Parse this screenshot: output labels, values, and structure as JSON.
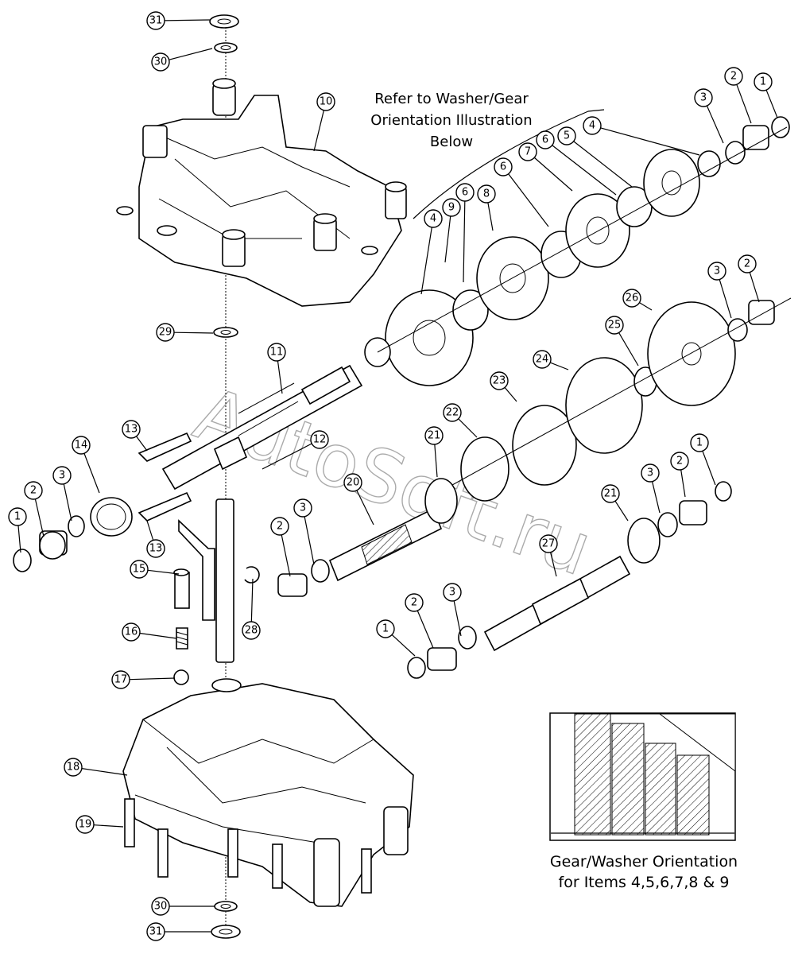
{
  "note": {
    "lines": [
      "Refer to Washer/Gear",
      "Orientation Illustration",
      "Below"
    ]
  },
  "inset": {
    "caption_lines": [
      "Gear/Washer Orientation",
      "for Items 4,5,6,7,8 & 9"
    ]
  },
  "watermark": "AutoSoft.ru",
  "callouts": [
    {
      "label": "31"
    },
    {
      "label": "30"
    },
    {
      "label": "10"
    },
    {
      "label": "29"
    },
    {
      "label": "11"
    },
    {
      "label": "13"
    },
    {
      "label": "12"
    },
    {
      "label": "14"
    },
    {
      "label": "3"
    },
    {
      "label": "2"
    },
    {
      "label": "1"
    },
    {
      "label": "13"
    },
    {
      "label": "15"
    },
    {
      "label": "16"
    },
    {
      "label": "17"
    },
    {
      "label": "28"
    },
    {
      "label": "20"
    },
    {
      "label": "2"
    },
    {
      "label": "3"
    },
    {
      "label": "18"
    },
    {
      "label": "19"
    },
    {
      "label": "30"
    },
    {
      "label": "31"
    },
    {
      "label": "4"
    },
    {
      "label": "9"
    },
    {
      "label": "6"
    },
    {
      "label": "8"
    },
    {
      "label": "6"
    },
    {
      "label": "7"
    },
    {
      "label": "6"
    },
    {
      "label": "5"
    },
    {
      "label": "4"
    },
    {
      "label": "3"
    },
    {
      "label": "2"
    },
    {
      "label": "1"
    },
    {
      "label": "3"
    },
    {
      "label": "2"
    },
    {
      "label": "26"
    },
    {
      "label": "25"
    },
    {
      "label": "24"
    },
    {
      "label": "23"
    },
    {
      "label": "22"
    },
    {
      "label": "21"
    },
    {
      "label": "21"
    },
    {
      "label": "3"
    },
    {
      "label": "2"
    },
    {
      "label": "1"
    },
    {
      "label": "27"
    },
    {
      "label": "2"
    },
    {
      "label": "3"
    },
    {
      "label": "1"
    }
  ]
}
